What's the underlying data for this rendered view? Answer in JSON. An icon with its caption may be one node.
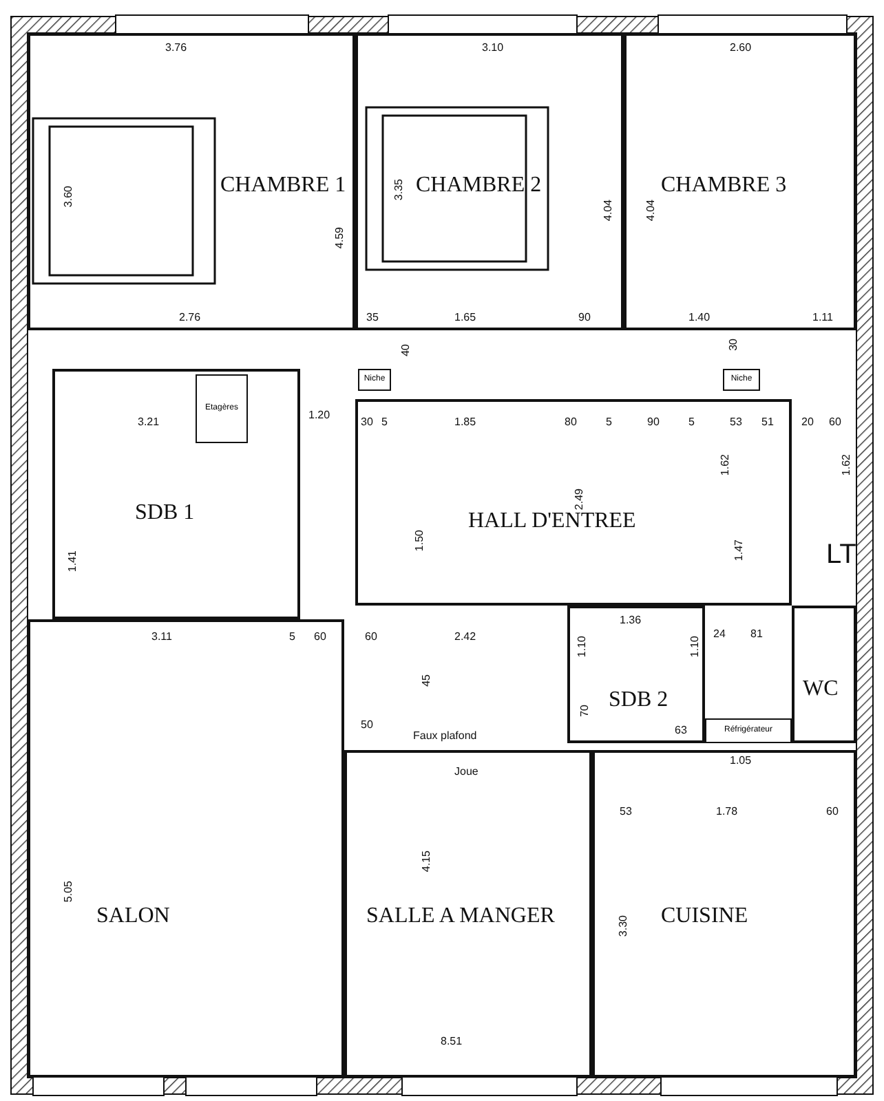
{
  "diagram": {
    "nodes": [
      {
        "text": [
          "CHAMBRE 1"
        ]
      },
      {
        "text": [
          "CHAMBRE 2"
        ]
      },
      {
        "text": [
          "CHAMBRE 3"
        ]
      },
      {
        "text": [
          "SDB 1"
        ]
      },
      {
        "text": [
          "Etagères"
        ],
        "in": 3
      },
      {
        "text": [
          "Niche"
        ]
      },
      {
        "text": [
          "Niche"
        ]
      },
      {
        "text": [
          "HALL D'ENTREE"
        ]
      },
      {
        "text": [
          "SDB 2"
        ]
      },
      {
        "text": [
          "WC"
        ]
      },
      {
        "text": [
          "Réfrigérateur"
        ]
      },
      {
        "text": [
          "SALON"
        ]
      },
      {
        "text": [
          "SALLE A MANGER"
        ]
      },
      {
        "text": [
          "CUISINE"
        ]
      }
    ],
    "labels": [
      "3.76",
      "3.10",
      "2.60",
      "3.60",
      "3.35",
      "4.59",
      "4.04",
      "4.04",
      "2.76",
      "35",
      "1.65",
      "90",
      "1.40",
      "1.11",
      "40",
      "30",
      "3.21",
      "1.20",
      "30",
      "5",
      "1.85",
      "80",
      "5",
      "90",
      "5",
      "53",
      "51",
      "20",
      "60",
      "1.62",
      "1.62",
      "1.41",
      "1.50",
      "2.49",
      "1.47",
      "LT",
      "3.11",
      "5",
      "60",
      "60",
      "2.42",
      "1.36",
      "1.10",
      "1.10",
      "24",
      "81",
      "45",
      "50",
      "Faux plafond",
      "70",
      "63",
      "1.05",
      "Joue",
      "53",
      "1.78",
      "60",
      "5.05",
      "4.15",
      "3.30",
      "8.51"
    ]
  }
}
